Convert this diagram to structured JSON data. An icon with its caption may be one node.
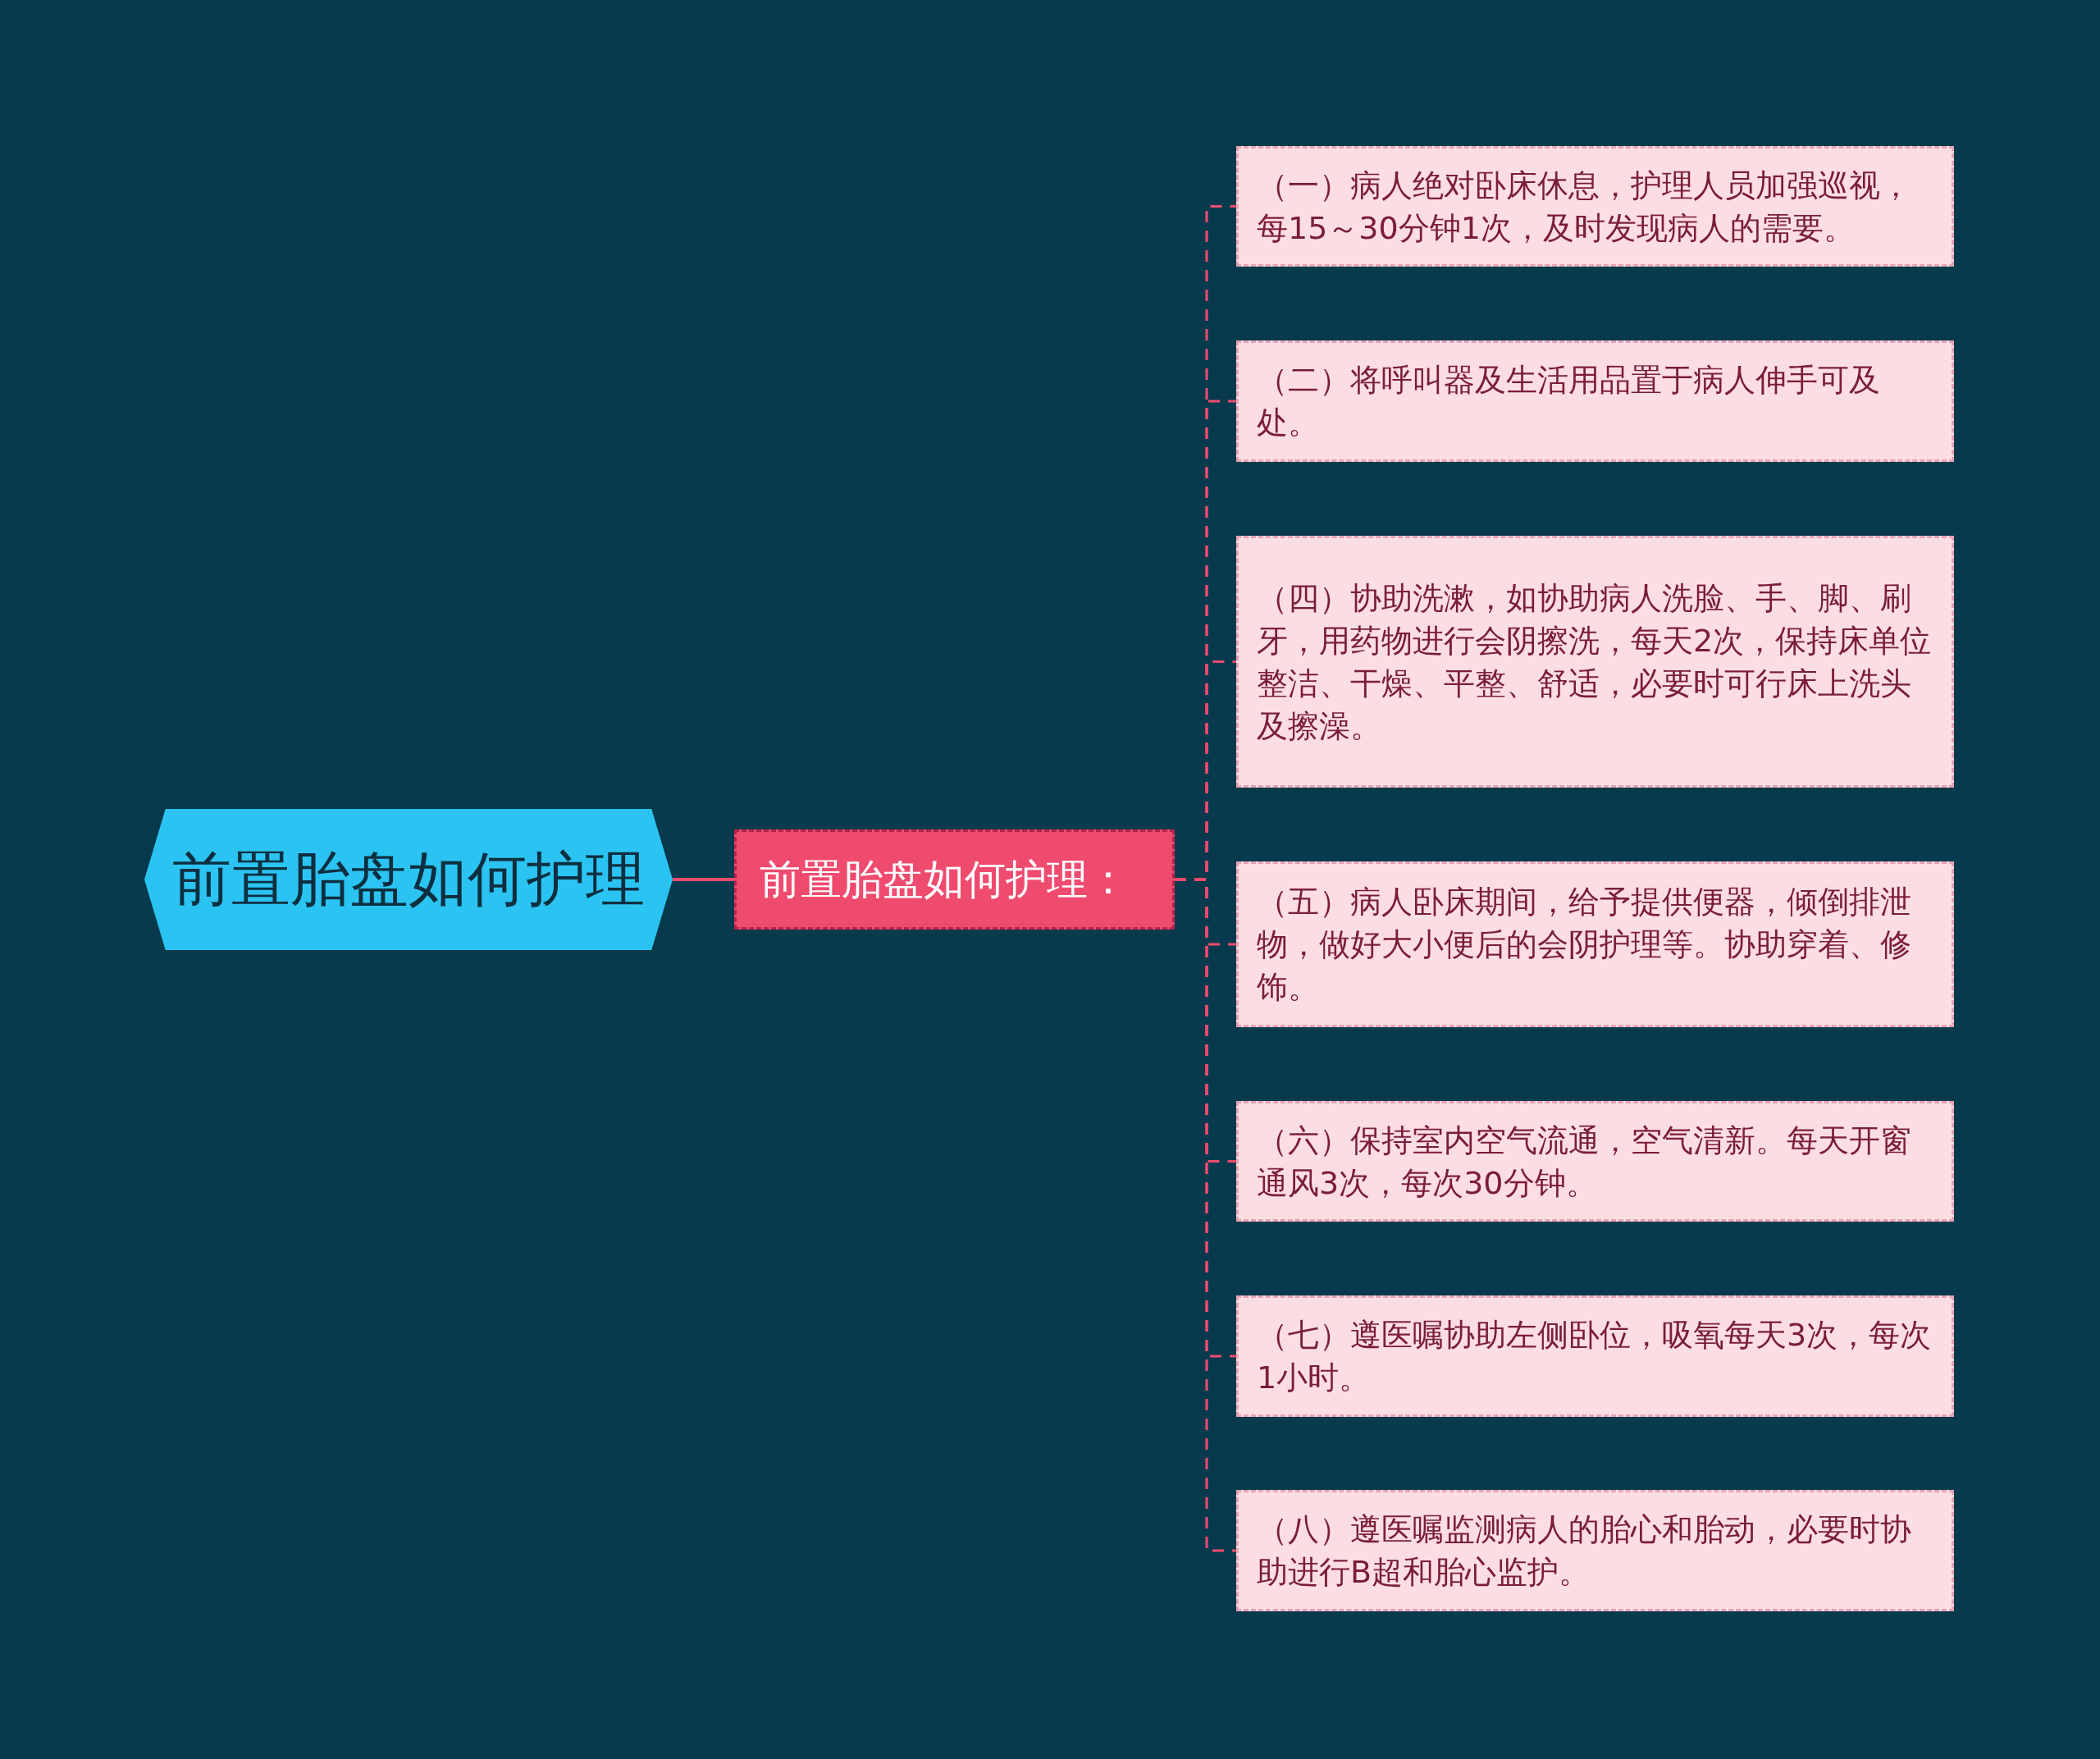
{
  "diagram": {
    "nodes": [
      {
        "text": [
          "前置胎盘如何护理"
        ]
      },
      {
        "text": [
          "前置胎盘如何护理："
        ]
      },
      {
        "text": [
          "（一）病人绝对卧床休息，护理人员加强巡视，每15～30分钟1次，及时发现病人的需要。"
        ]
      },
      {
        "text": [
          "（二）将呼叫器及生活用品置于病人伸手可及处。"
        ]
      },
      {
        "text": [
          "（四）协助洗漱，如协助病人洗脸、手、脚、刷牙，用药物进行会阴擦洗，每天2次，保持床单位整洁、干燥、平整、舒适，必要时可行床上洗头及擦澡。"
        ]
      },
      {
        "text": [
          "（五）病人卧床期间，给予提供便器，倾倒排泄物，做好大小便后的会阴护理等。协助穿着、修饰。"
        ]
      },
      {
        "text": [
          "（六）保持室内空气流通，空气清新。每天开窗通风3次，每次30分钟。"
        ]
      },
      {
        "text": [
          "（七）遵医嘱协助左侧卧位，吸氧每天3次，每次1小时。"
        ]
      },
      {
        "text": [
          "（八）遵医嘱监测病人的胎心和胎动，必要时协助进行B超和胎心监护。"
        ]
      }
    ],
    "edges": [
      {
        "from": 0,
        "to": 1,
        "arrow": "none"
      },
      {
        "from": 1,
        "to": 2,
        "arrow": "none",
        "style": "dashed"
      },
      {
        "from": 1,
        "to": 3,
        "arrow": "none",
        "style": "dashed"
      },
      {
        "from": 1,
        "to": 4,
        "arrow": "none",
        "style": "dashed"
      },
      {
        "from": 1,
        "to": 5,
        "arrow": "none",
        "style": "dashed"
      },
      {
        "from": 1,
        "to": 6,
        "arrow": "none",
        "style": "dashed"
      },
      {
        "from": 1,
        "to": 7,
        "arrow": "none",
        "style": "dashed"
      },
      {
        "from": 1,
        "to": 8,
        "arrow": "none",
        "style": "dashed"
      }
    ]
  }
}
